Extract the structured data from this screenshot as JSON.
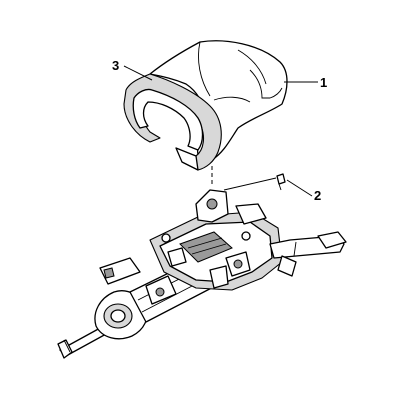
{
  "callouts": [
    {
      "id": "1",
      "label": "1"
    },
    {
      "id": "2",
      "label": "2"
    },
    {
      "id": "3",
      "label": "3"
    }
  ],
  "parts": [
    {
      "name": "upper-shroud",
      "callout": "1"
    },
    {
      "name": "fastener",
      "callout": "2"
    },
    {
      "name": "lower-shroud",
      "callout": "3"
    },
    {
      "name": "steering-column-assembly",
      "callout": ""
    }
  ]
}
